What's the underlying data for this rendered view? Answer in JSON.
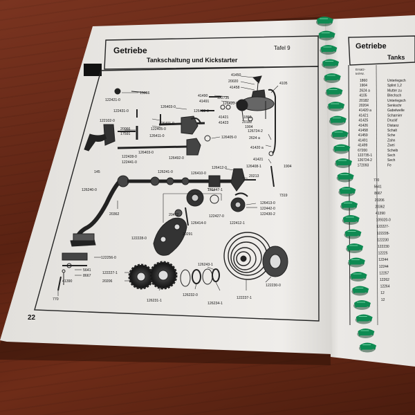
{
  "page": {
    "header_title": "Getriebe",
    "header_subtitle": "Tankschaltung und Kickstarter",
    "plate_label": "Tafel 9",
    "page_number": "22"
  },
  "right_page": {
    "header_title": "Getriebe",
    "header_subtitle_partial": "Tanks",
    "column_label": "Ersatz-\nteil-Nr.",
    "part_numbers": [
      "1860",
      "1904",
      "2624 a",
      "4105",
      "20182",
      "20204",
      "41420 a",
      "41421",
      "41425",
      "41426",
      "41458",
      "41459",
      "41491",
      "41499",
      "67200",
      "122735-1",
      "126724-2",
      "172093"
    ],
    "partial_names": [
      "Unterlegsch",
      "Splint 1,2",
      "Mutter zu",
      "Blechsch",
      "Unterlegsch",
      "Senkschr",
      "Gabelwelle",
      "Scharnier",
      "Druckf",
      "Distanz",
      "Schalt",
      "Sche",
      "Zahn",
      "Zwei",
      "Scheib",
      "Sech",
      "Sech",
      "Fe"
    ],
    "part_numbers_lower": [
      "770",
      "5641",
      "8667",
      "20206",
      "20362",
      "41390",
      "109320-0",
      "122227-",
      "122228-",
      "122230",
      "122230",
      "12225",
      "12244",
      "12244",
      "12257",
      "12262",
      "12264",
      "12",
      "12"
    ]
  },
  "diagram_labels": {
    "l_41450": "41450",
    "l_20020": "20020",
    "l_41458": "41458",
    "l_4105": "4105",
    "l_15066": "15066",
    "l_122421": "122421-0",
    "l_41490": "41490",
    "l_41491": "41491",
    "l_122735": "122735",
    "l_126420a": "126420-0",
    "l_126403": "126403-0",
    "l_126402": "126402-0",
    "l_1860": "1860",
    "l_20182": "20182",
    "l_41421": "41421",
    "l_41423": "41423",
    "l_126724": "126724-2",
    "l_2624a": "2624 a",
    "l_1904": "1904",
    "l_41420": "41420 a",
    "l_122431": "122431-0",
    "l_126401": "126401-0",
    "l_122405": "122405-0",
    "l_122102": "122102-0",
    "l_20066": "20066",
    "l_17591": "17591",
    "l_126411": "126411-0",
    "l_126405": "126405-0",
    "l_126403b": "126403-0",
    "l_126492": "126492-0",
    "l_122428": "122428-0",
    "l_122441": "122441-0",
    "l_41421b": "41421",
    "l_126408": "126408-1",
    "l_1904b": "1904",
    "l_145": "145",
    "l_126241": "126241-0",
    "l_126410": "126410-0",
    "l_126412": "126412-0",
    "l_20213": "20213",
    "l_126240": "126240-0",
    "l_122447": "122447-1",
    "l_7319": "7319",
    "l_126413": "126413-0",
    "l_122442": "122442-0",
    "l_122430": "122430-2",
    "l_20362": "20362",
    "l_20472": "20472",
    "l_126414": "126414-0",
    "l_122427": "122427-0",
    "l_122412": "122412-1",
    "l_20291": "20291",
    "l_122228": "122228-0",
    "l_122256": "122256-0",
    "l_5641": "5641",
    "l_8667": "8667",
    "l_41390": "41390",
    "l_122227": "122227-1",
    "l_20206": "20206",
    "l_126243": "126243-1",
    "l_122230": "122230-0",
    "l_770": "770",
    "l_126231": "126231-1",
    "l_126232": "126232-0",
    "l_126234": "126234-1",
    "l_122237": "122237-1"
  },
  "colors": {
    "binding_coil": "#0e8a52",
    "paper": "#eceae6",
    "table": "#6b2a17",
    "ink": "#1a1a1a"
  }
}
